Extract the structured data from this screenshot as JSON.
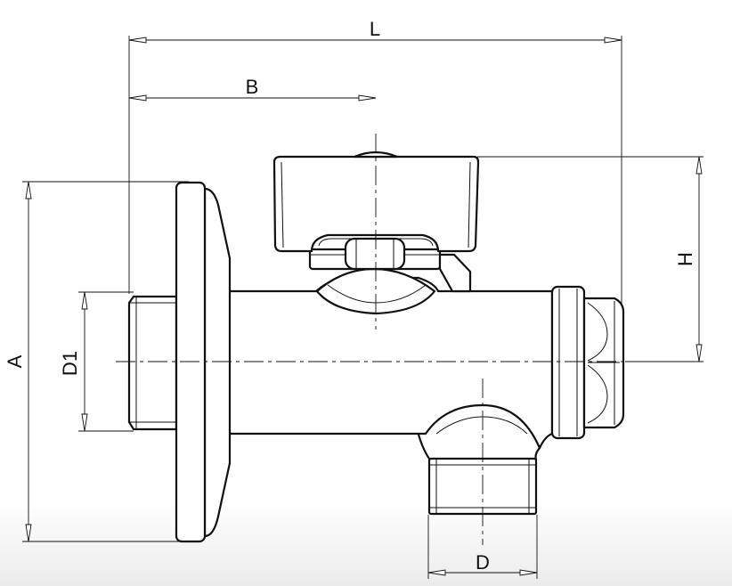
{
  "dimensions": {
    "L": "L",
    "B": "B",
    "H": "H",
    "A": "A",
    "D1": "D1",
    "D": "D"
  },
  "colors": {
    "line": "#111111",
    "background": "#ffffff"
  }
}
